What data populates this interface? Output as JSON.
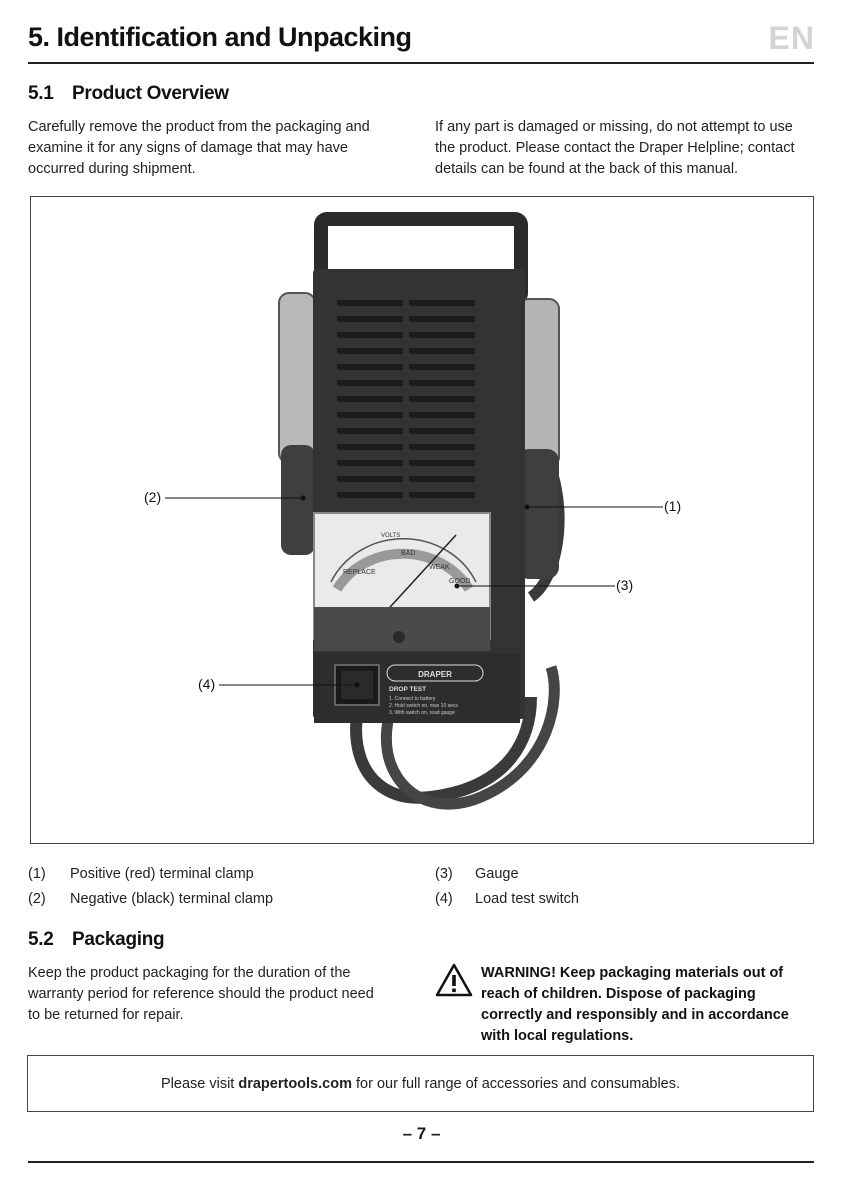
{
  "header": {
    "title": "5. Identification and Unpacking",
    "lang_badge": "EN"
  },
  "section_1": {
    "number": "5.1",
    "title": "Product Overview",
    "left_lines": [
      "Carefully remove the product from the packaging and",
      "examine it for any signs of damage that may have",
      "occurred during shipment."
    ],
    "right_lines": [
      "If any part is damaged or missing, do not attempt to use",
      "the product. Please contact the Draper Helpline; contact",
      "details can be found at the back of this manual."
    ]
  },
  "figure": {
    "callouts": {
      "c1": "(1)",
      "c2": "(2)",
      "c3": "(3)",
      "c4": "(4)"
    },
    "brand_label": "DRAPER",
    "panel_title": "DROP TEST",
    "panel_steps": [
      "1. Connect to battery",
      "2. Hold switch on, max 10 secs",
      "3. With switch on, read gauge"
    ],
    "gauge_words": {
      "replace": "REPLACE",
      "bad": "BAD",
      "weak": "WEAK",
      "good": "GOOD",
      "volts": "VOLTS"
    }
  },
  "legend": [
    {
      "idx": "(1)",
      "label": "Positive (red) terminal clamp"
    },
    {
      "idx": "(2)",
      "label": "Negative (black) terminal clamp"
    },
    {
      "idx": "(3)",
      "label": "Gauge"
    },
    {
      "idx": "(4)",
      "label": "Load test switch"
    }
  ],
  "section_2": {
    "number": "5.2",
    "title": "Packaging",
    "left_lines": [
      "Keep the product packaging for the duration of the",
      "warranty period for reference should the product need",
      "to be returned for repair."
    ],
    "warning_lines": [
      "WARNING! Keep packaging materials out of",
      "reach of children. Dispose of packaging",
      "correctly and responsibly and in accordance",
      "with local regulations."
    ]
  },
  "footer": {
    "visit_prefix": "Please visit",
    "visit_link": "drapertools.com",
    "visit_suffix": "for our full range of accessories and consumables.",
    "page_number": "– 7 –"
  }
}
